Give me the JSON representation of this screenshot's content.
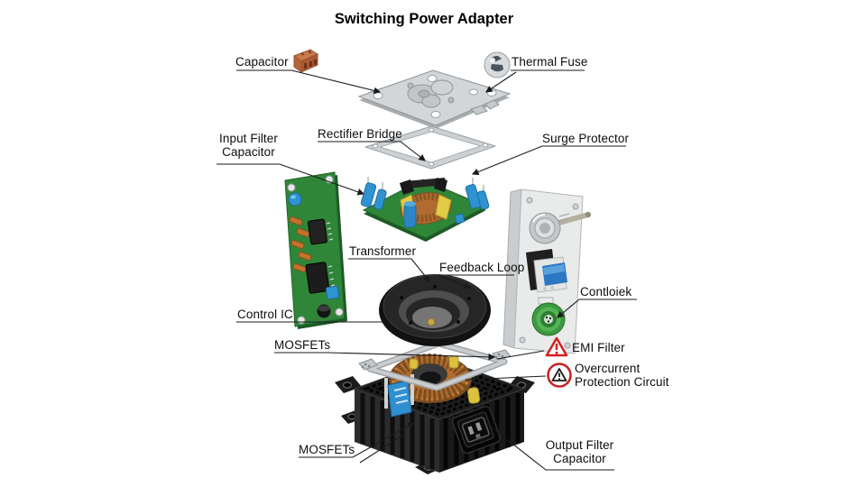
{
  "title": "Switching Power Adapter",
  "labels": {
    "capacitor": "Capacitor",
    "thermal_fuse": "Thermal Fuse",
    "rectifier_bridge": "Rectifier Bridge",
    "input_filter_capacitor": "Input Filter\nCapacitor",
    "surge_protector": "Surge Protector",
    "transformer": "Transformer",
    "feedback_loop": "Feedback Loop",
    "control_ic": "Control IC",
    "controller": "Contloiek",
    "emi_filter": "EMI Filter",
    "overcurrent_protection": "Overcurrent\nProtection Circuit",
    "mosfets_top": "MOSFETs",
    "mosfets_bottom": "MOSFETs",
    "output_filter_capacitor": "Output Filter\nCapacitor"
  },
  "icons": {
    "capacitor_icon": "orange-terminal-block",
    "thermal_fuse_icon": "metal-sphere-fuse",
    "emi_warning_icon": "red-warning-triangle",
    "overcurrent_warning_icon": "red-circled-warning-triangle"
  },
  "colors": {
    "background": "#ffffff",
    "text": "#0d0d0d",
    "leader_line": "#1a1a1a",
    "warning_red": "#d42020",
    "pcb_green": "#2f8638",
    "capacitor_blue": "#2f93d2",
    "copper": "#b06c2e",
    "metal_gray": "#d3d6d8",
    "panel_gray": "#e9eaea",
    "enclosure_black": "#141414",
    "connector_green": "#3c9a40"
  }
}
